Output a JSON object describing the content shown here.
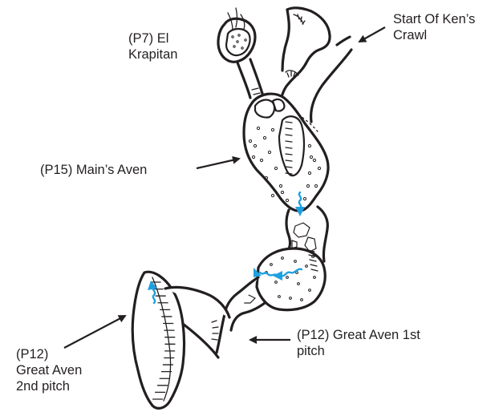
{
  "labels": {
    "el_krapitan": [
      "(P7) El",
      "Krapitan"
    ],
    "kens_crawl": [
      "Start Of Ken’s",
      "Crawl"
    ],
    "mains_aven": [
      "(P15) Main’s Aven"
    ],
    "great_aven_1st": [
      "(P12) Great Aven 1st",
      "pitch"
    ],
    "great_aven_2nd": [
      "(P12)",
      "Great Aven",
      "2nd pitch"
    ]
  },
  "colors": {
    "ink": "#231f20",
    "water": "#1ea0e0",
    "background": "#ffffff"
  }
}
